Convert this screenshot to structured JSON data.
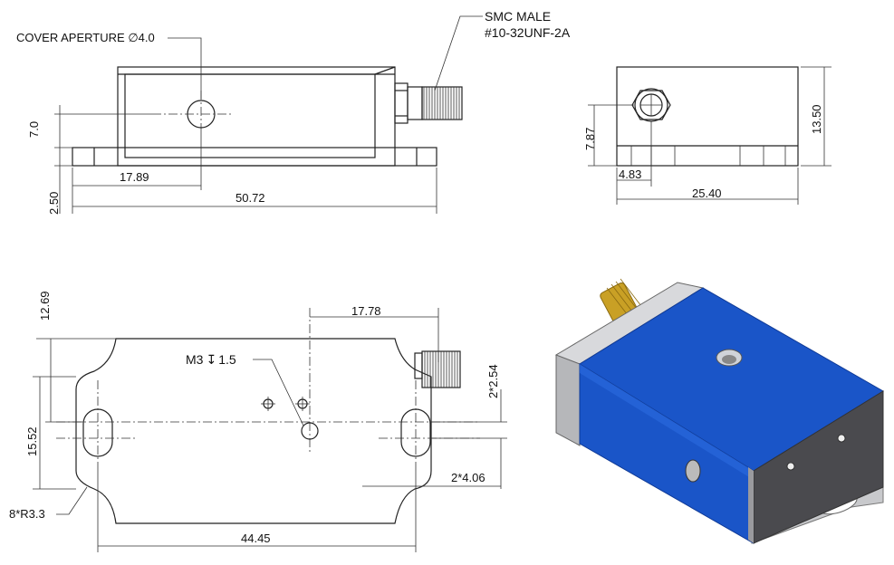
{
  "labels": {
    "smc_line1": "SMC MALE",
    "smc_line2": "#10-32UNF-2A",
    "cover_aperture": "COVER APERTURE",
    "cover_dia_symbol": "∅",
    "cover_dia_value": "4.0",
    "m3": "M3",
    "m3_depth_symbol": "↧",
    "m3_depth": "1.5",
    "fillet": "8*R3.3"
  },
  "dimensions": {
    "front_height_7": "7.0",
    "front_base_250": "2.50",
    "front_17_89": "17.89",
    "front_50_72": "50.72",
    "side_7_87": "7.87",
    "side_13_50": "13.50",
    "side_4_83": "4.83",
    "side_25_40": "25.40",
    "top_12_69": "12.69",
    "top_15_52": "15.52",
    "top_17_78": "17.78",
    "top_2x2_54": "2*2.54",
    "top_2x4_06": "2*4.06",
    "top_44_45": "44.45"
  },
  "colors": {
    "body_blue": "#1a55c8",
    "body_blue_dark": "#0f3a96",
    "metal_gray": "#c8c9cc",
    "metal_dark": "#4a4a4e",
    "connector_gold": "#c9a025"
  }
}
